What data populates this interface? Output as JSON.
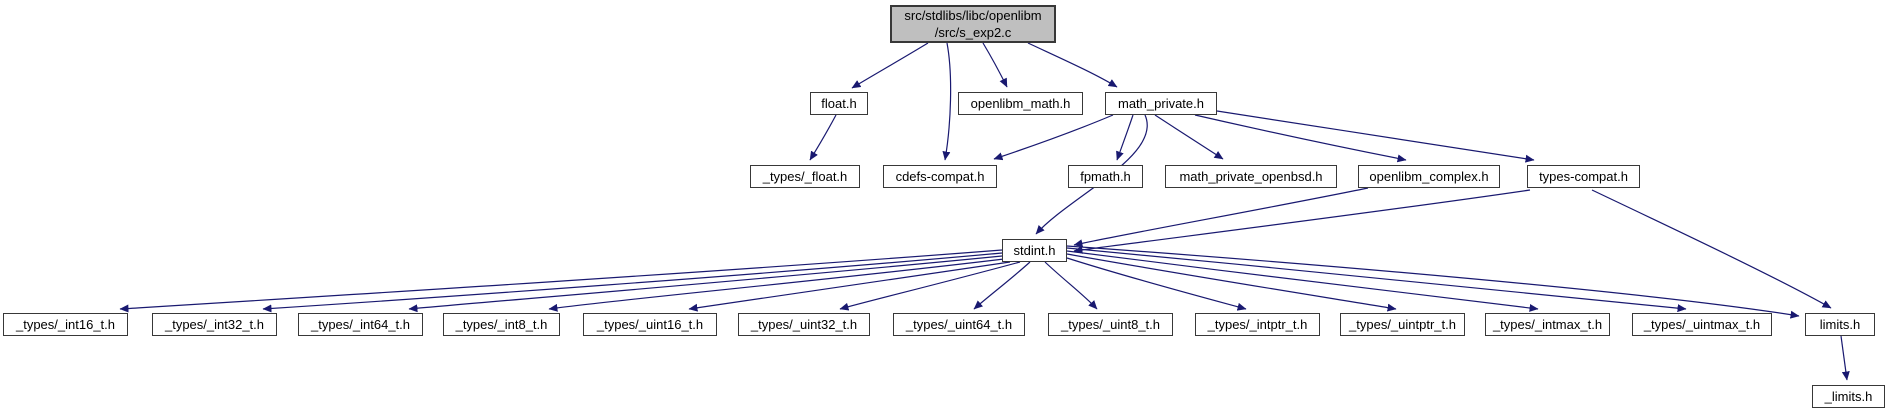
{
  "diagram": {
    "type": "include-dependency-graph",
    "colors": {
      "edge": "#191970",
      "node_border": "#383838",
      "node_fill": "#ffffff",
      "root_fill": "#bfbfbf",
      "text": "#000000",
      "background": "#ffffff"
    },
    "nodes": {
      "root": {
        "line1": "src/stdlibs/libc/openlibm",
        "line2": "/src/s_exp2.c"
      },
      "float": {
        "label": "float.h"
      },
      "openlibm_math": {
        "label": "openlibm_math.h"
      },
      "math_private": {
        "label": "math_private.h"
      },
      "types_float": {
        "label": "_types/_float.h"
      },
      "cdefs_compat": {
        "label": "cdefs-compat.h"
      },
      "fpmath": {
        "label": "fpmath.h"
      },
      "math_private_openbsd": {
        "label": "math_private_openbsd.h"
      },
      "openlibm_complex": {
        "label": "openlibm_complex.h"
      },
      "types_compat": {
        "label": "types-compat.h"
      },
      "stdint": {
        "label": "stdint.h"
      },
      "int16": {
        "label": "_types/_int16_t.h"
      },
      "int32": {
        "label": "_types/_int32_t.h"
      },
      "int64": {
        "label": "_types/_int64_t.h"
      },
      "int8": {
        "label": "_types/_int8_t.h"
      },
      "uint16": {
        "label": "_types/_uint16_t.h"
      },
      "uint32": {
        "label": "_types/_uint32_t.h"
      },
      "uint64": {
        "label": "_types/_uint64_t.h"
      },
      "uint8": {
        "label": "_types/_uint8_t.h"
      },
      "intptr": {
        "label": "_types/_intptr_t.h"
      },
      "uintptr": {
        "label": "_types/_uintptr_t.h"
      },
      "intmax": {
        "label": "_types/_intmax_t.h"
      },
      "uintmax": {
        "label": "_types/_uintmax_t.h"
      },
      "limits": {
        "label": "limits.h"
      },
      "limits_underscore": {
        "label": "_limits.h"
      }
    },
    "edges": [
      {
        "from": "src/stdlibs/libc/openlibm/src/s_exp2.c",
        "to": "float.h"
      },
      {
        "from": "src/stdlibs/libc/openlibm/src/s_exp2.c",
        "to": "cdefs-compat.h"
      },
      {
        "from": "src/stdlibs/libc/openlibm/src/s_exp2.c",
        "to": "openlibm_math.h"
      },
      {
        "from": "src/stdlibs/libc/openlibm/src/s_exp2.c",
        "to": "math_private.h"
      },
      {
        "from": "float.h",
        "to": "_types/_float.h"
      },
      {
        "from": "math_private.h",
        "to": "cdefs-compat.h"
      },
      {
        "from": "math_private.h",
        "to": "fpmath.h"
      },
      {
        "from": "math_private.h",
        "to": "math_private_openbsd.h"
      },
      {
        "from": "math_private.h",
        "to": "openlibm_complex.h"
      },
      {
        "from": "math_private.h",
        "to": "types-compat.h"
      },
      {
        "from": "math_private.h",
        "to": "stdint.h"
      },
      {
        "from": "openlibm_complex.h",
        "to": "stdint.h"
      },
      {
        "from": "types-compat.h",
        "to": "stdint.h"
      },
      {
        "from": "types-compat.h",
        "to": "limits.h"
      },
      {
        "from": "stdint.h",
        "to": "_types/_int16_t.h"
      },
      {
        "from": "stdint.h",
        "to": "_types/_int32_t.h"
      },
      {
        "from": "stdint.h",
        "to": "_types/_int64_t.h"
      },
      {
        "from": "stdint.h",
        "to": "_types/_int8_t.h"
      },
      {
        "from": "stdint.h",
        "to": "_types/_uint16_t.h"
      },
      {
        "from": "stdint.h",
        "to": "_types/_uint32_t.h"
      },
      {
        "from": "stdint.h",
        "to": "_types/_uint64_t.h"
      },
      {
        "from": "stdint.h",
        "to": "_types/_uint8_t.h"
      },
      {
        "from": "stdint.h",
        "to": "_types/_intptr_t.h"
      },
      {
        "from": "stdint.h",
        "to": "_types/_uintptr_t.h"
      },
      {
        "from": "stdint.h",
        "to": "_types/_intmax_t.h"
      },
      {
        "from": "stdint.h",
        "to": "_types/_uintmax_t.h"
      },
      {
        "from": "stdint.h",
        "to": "limits.h"
      },
      {
        "from": "limits.h",
        "to": "_limits.h"
      }
    ]
  }
}
